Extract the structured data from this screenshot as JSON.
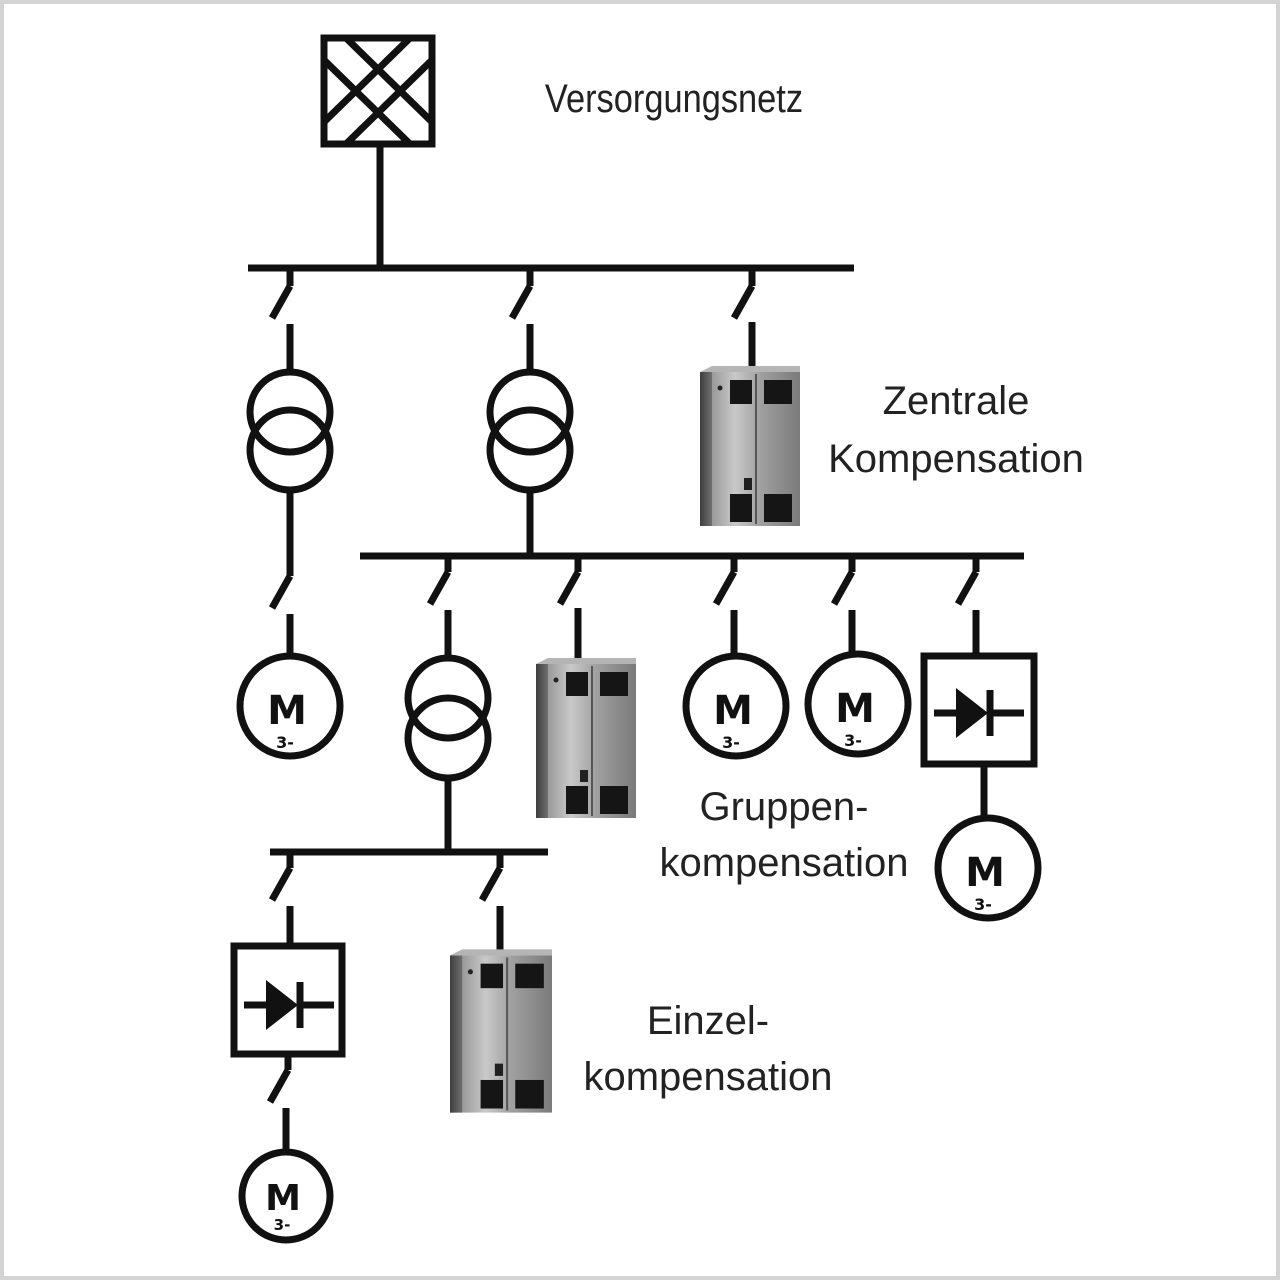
{
  "labels": {
    "supply_network": "Versorgungsnetz",
    "central_line1": "Zentrale",
    "central_line2": "Kompensation",
    "group_line1": "Gruppen-",
    "group_line2": "kompensation",
    "single_line1": "Einzel-",
    "single_line2": "kompensation"
  },
  "motor": {
    "letter": "M",
    "phase": "3-"
  },
  "colors": {
    "line": "#111111",
    "frame": "#d4d4d4",
    "cabinet": "#8c8c8c"
  }
}
